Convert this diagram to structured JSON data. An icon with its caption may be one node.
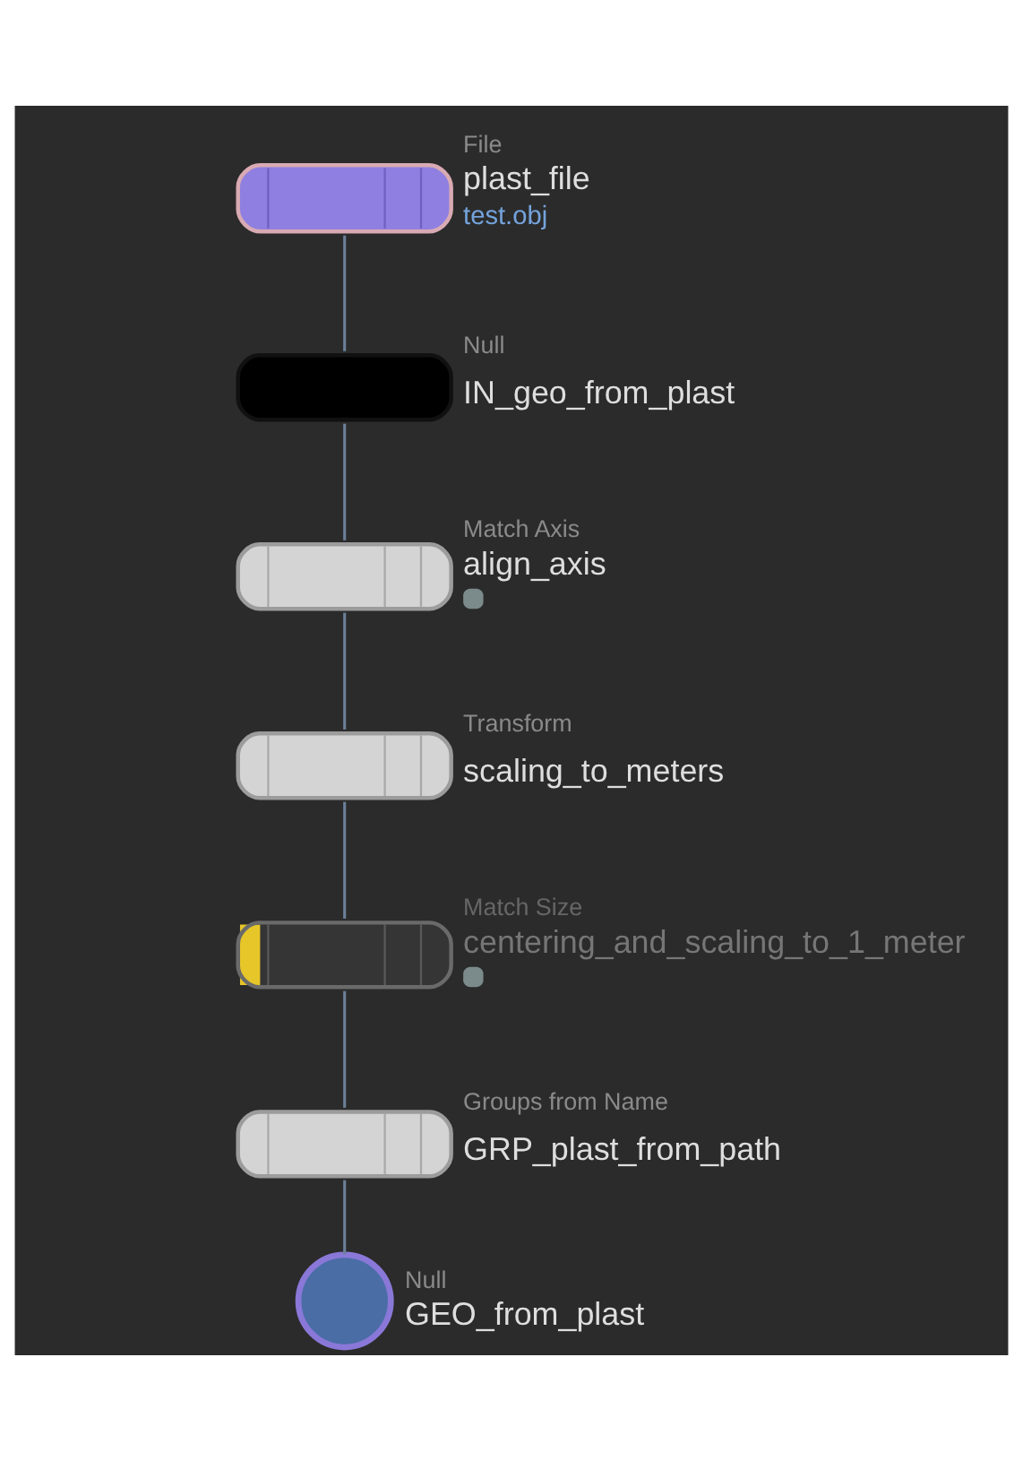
{
  "diagram": {
    "nodes": [
      {
        "text": [
          "File",
          "plast_file"
        ],
        "beside": [
          "test.obj"
        ]
      },
      {
        "text": [
          "Null",
          "IN_geo_from_plast"
        ]
      },
      {
        "text": [
          "Match Axis",
          "align_axis"
        ]
      },
      {
        "text": [
          "Transform",
          "scaling_to_meters"
        ]
      },
      {
        "text": [
          "Match Size",
          "centering_and_scaling_to_1_meter"
        ]
      },
      {
        "text": [
          "Groups from Name",
          "GRP_plast_from_path"
        ]
      },
      {
        "text": [
          "Null",
          "GEO_from_plast"
        ]
      }
    ],
    "edges": [
      {
        "from": 0,
        "to": 1,
        "arrow": "none"
      },
      {
        "from": 1,
        "to": 2,
        "arrow": "none"
      },
      {
        "from": 2,
        "to": 3,
        "arrow": "none"
      },
      {
        "from": 3,
        "to": 4,
        "arrow": "none"
      },
      {
        "from": 4,
        "to": 5,
        "arrow": "none"
      },
      {
        "from": 5,
        "to": 6,
        "arrow": "none"
      }
    ]
  }
}
